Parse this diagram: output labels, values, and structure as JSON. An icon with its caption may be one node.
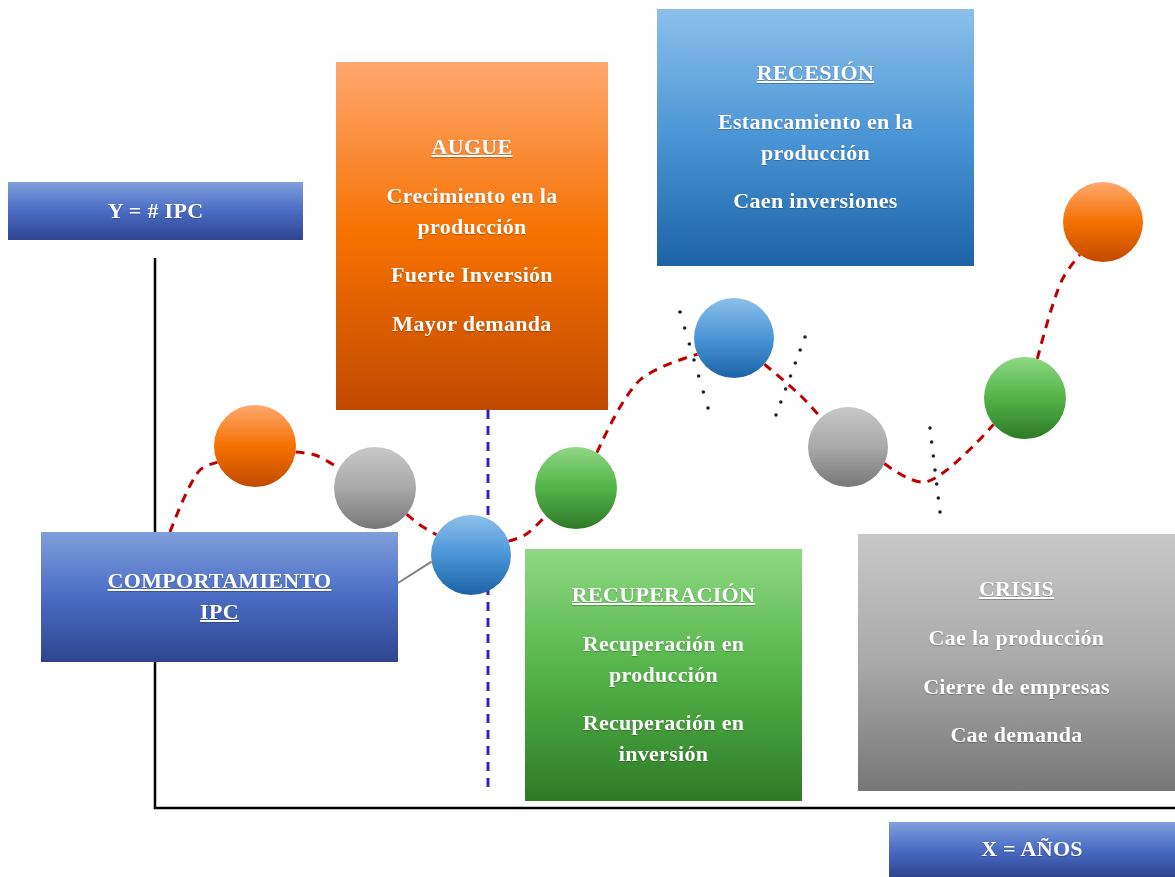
{
  "diagram": {
    "nodes": [
      {
        "text": [
          "Y = # IPC"
        ]
      },
      {
        "text": [
          "AUGUE",
          "Crecimiento en la producción",
          "Fuerte Inversión",
          "Mayor demanda"
        ]
      },
      {
        "text": [
          "RECESIÓN",
          "Estancamiento en la producción",
          "Caen inversiones"
        ]
      },
      {
        "text": [
          "COMPORTAMIENTO IPC"
        ]
      },
      {
        "text": [
          "RECUPERACIÓN",
          "Recuperación en producción",
          "Recuperación en inversión"
        ]
      },
      {
        "text": [
          "CRISIS",
          "Cae la producción",
          "Cierre de empresas",
          "Cae demanda"
        ]
      },
      {
        "text": [
          "X = AÑOS"
        ]
      },
      {
        "text": [],
        "shape": "circle"
      },
      {
        "text": [],
        "shape": "circle"
      },
      {
        "text": [],
        "shape": "circle"
      },
      {
        "text": [],
        "shape": "circle"
      },
      {
        "text": [],
        "shape": "circle"
      },
      {
        "text": [],
        "shape": "circle"
      },
      {
        "text": [],
        "shape": "circle"
      },
      {
        "text": [],
        "shape": "circle"
      }
    ],
    "edges": [
      {
        "from": 3,
        "to": 7,
        "arrow": "none",
        "style": "dashed",
        "color": "#c00000"
      },
      {
        "from": 7,
        "to": 8,
        "arrow": "none",
        "style": "dashed",
        "color": "#c00000"
      },
      {
        "from": 8,
        "to": 9,
        "arrow": "none",
        "style": "dashed",
        "color": "#c00000"
      },
      {
        "from": 9,
        "to": 10,
        "arrow": "none",
        "style": "dashed",
        "color": "#c00000"
      },
      {
        "from": 10,
        "to": 11,
        "arrow": "none",
        "style": "dashed",
        "color": "#c00000"
      },
      {
        "from": 11,
        "to": 12,
        "arrow": "none",
        "style": "dashed",
        "color": "#c00000"
      },
      {
        "from": 12,
        "to": 13,
        "arrow": "none",
        "style": "dashed",
        "color": "#c00000"
      },
      {
        "from": 13,
        "to": 14,
        "arrow": "none",
        "style": "dashed",
        "color": "#c00000"
      },
      {
        "from": 3,
        "to": 9,
        "arrow": "none",
        "color": "#808080"
      },
      {
        "from": 1,
        "to": null,
        "arrow": "none",
        "style": "dashed",
        "color": "#3a1fc0"
      }
    ]
  }
}
